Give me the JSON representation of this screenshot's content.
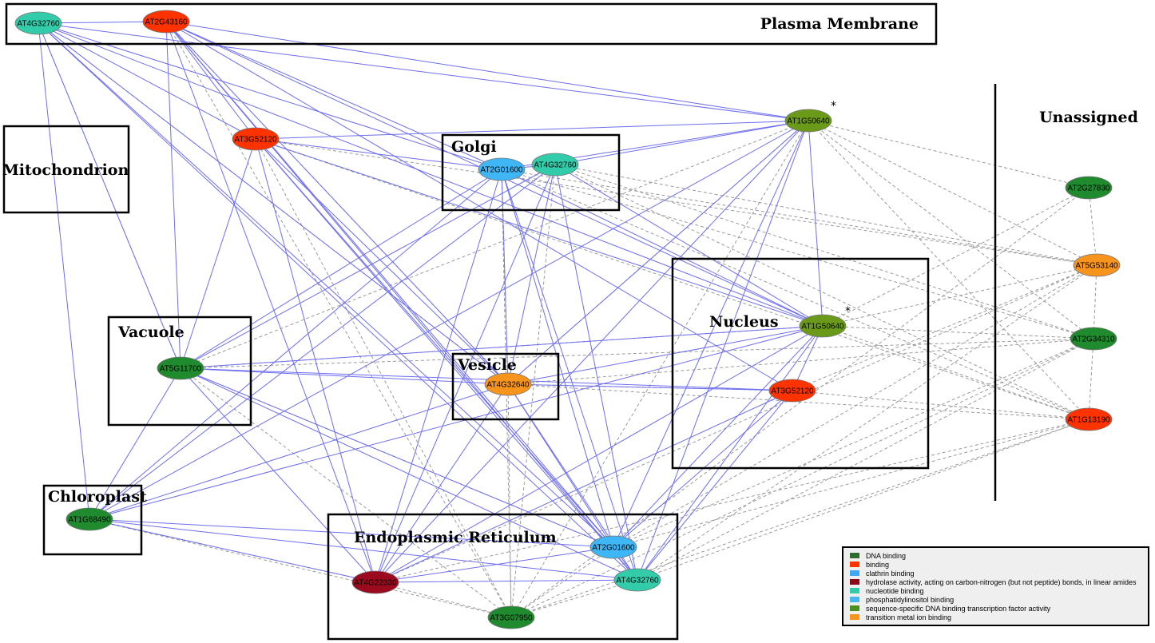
{
  "compartments": [
    {
      "id": "plasma_membrane",
      "label": "Plasma Membrane"
    },
    {
      "id": "mitochondrion",
      "label": "Mitochondrion"
    },
    {
      "id": "golgi",
      "label": "Golgi"
    },
    {
      "id": "vacuole",
      "label": "Vacuole"
    },
    {
      "id": "vesicle",
      "label": "Vesicle"
    },
    {
      "id": "nucleus",
      "label": "Nucleus"
    },
    {
      "id": "chloroplast",
      "label": "Chloroplast"
    },
    {
      "id": "er",
      "label": "Endoplasmic Reticulum"
    },
    {
      "id": "unassigned",
      "label": "Unassigned"
    }
  ],
  "nodes": [
    {
      "id": "pm1",
      "label": "AT4G32760",
      "color": "#33ccaa"
    },
    {
      "id": "pm2",
      "label": "AT2G43160",
      "color": "#ff3300"
    },
    {
      "id": "pm3",
      "label": "AT3G52120",
      "color": "#ff3300"
    },
    {
      "id": "u0",
      "label": "AT1G50640",
      "color": "#6b9a1a",
      "marker": "*"
    },
    {
      "id": "g1",
      "label": "AT2G01600",
      "color": "#3fb6f5"
    },
    {
      "id": "g2",
      "label": "AT4G32760",
      "color": "#33ccaa"
    },
    {
      "id": "vac",
      "label": "AT5G11700",
      "color": "#1f8a2e"
    },
    {
      "id": "ves",
      "label": "AT4G32640",
      "color": "#f7941d"
    },
    {
      "id": "n1",
      "label": "AT1G50640",
      "color": "#6b9a1a",
      "marker": "*"
    },
    {
      "id": "n2",
      "label": "AT3G52120",
      "color": "#ff3300"
    },
    {
      "id": "chl",
      "label": "AT1G68490",
      "color": "#1f8a2e"
    },
    {
      "id": "er1",
      "label": "AT2G01600",
      "color": "#3fb6f5"
    },
    {
      "id": "er2",
      "label": "AT4G32760",
      "color": "#33ccaa"
    },
    {
      "id": "er3",
      "label": "AT4G22330",
      "color": "#9b0a1e"
    },
    {
      "id": "er4",
      "label": "AT3G07950",
      "color": "#1f8a2e"
    },
    {
      "id": "ua1",
      "label": "AT2G27830",
      "color": "#1f8a2e"
    },
    {
      "id": "ua2",
      "label": "AT5G53140",
      "color": "#f7941d"
    },
    {
      "id": "ua3",
      "label": "AT2G34310",
      "color": "#1f8a2e"
    },
    {
      "id": "ua4",
      "label": "AT1G13190",
      "color": "#ff3300"
    }
  ],
  "legend": [
    {
      "label": "DNA binding",
      "color": "#2f6b2f"
    },
    {
      "label": "binding",
      "color": "#ff3300"
    },
    {
      "label": "clathrin binding",
      "color": "#3fa9f5"
    },
    {
      "label": "hydrolase activity, acting on carbon-nitrogen (but not peptide) bonds, in linear amides",
      "color": "#8b0a1a"
    },
    {
      "label": "nucleotide binding",
      "color": "#33ccaa"
    },
    {
      "label": "phosphatidylinositol binding",
      "color": "#45b8f0"
    },
    {
      "label": "sequence-specific DNA binding transcription factor activity",
      "color": "#4a8f1f"
    },
    {
      "label": "transition metal ion binding",
      "color": "#f7941d"
    }
  ],
  "edge_colors": {
    "solid": "#6e6ef0",
    "dashed": "#9a9a9a"
  }
}
